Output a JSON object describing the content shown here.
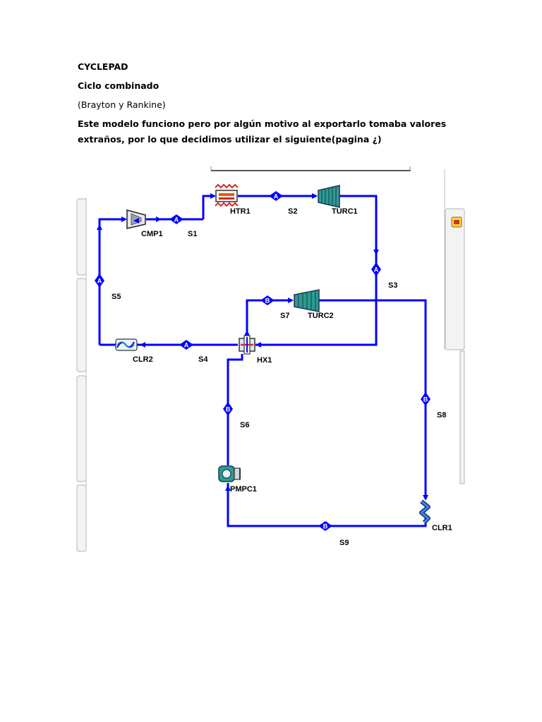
{
  "document": {
    "title": "CYCLEPAD",
    "subtitle": "Ciclo combinado",
    "subtitle2": "(Brayton y Rankine)",
    "paragraph": "Este modelo funciono pero por algún motivo al exportarlo tomaba valores extraños, por lo que decidimos utilizar el siguiente(pagina ¿)"
  },
  "diagram": {
    "components": {
      "cmp1": "CMP1",
      "htr1": "HTR1",
      "turc1": "TURC1",
      "turc2": "TURC2",
      "hx1": "HX1",
      "clr2": "CLR2",
      "pmpc1": "PMPC1",
      "clr1": "CLR1"
    },
    "streams": {
      "s1": "S1",
      "s2": "S2",
      "s3": "S3",
      "s4": "S4",
      "s5": "S5",
      "s6": "S6",
      "s7": "S7",
      "s8": "S8",
      "s9": "S9"
    },
    "markers": {
      "a": "A",
      "b": "B"
    },
    "colors": {
      "pipe": "#0000ff",
      "turbine": "#2a9d8f",
      "heater": "#d62828"
    }
  }
}
